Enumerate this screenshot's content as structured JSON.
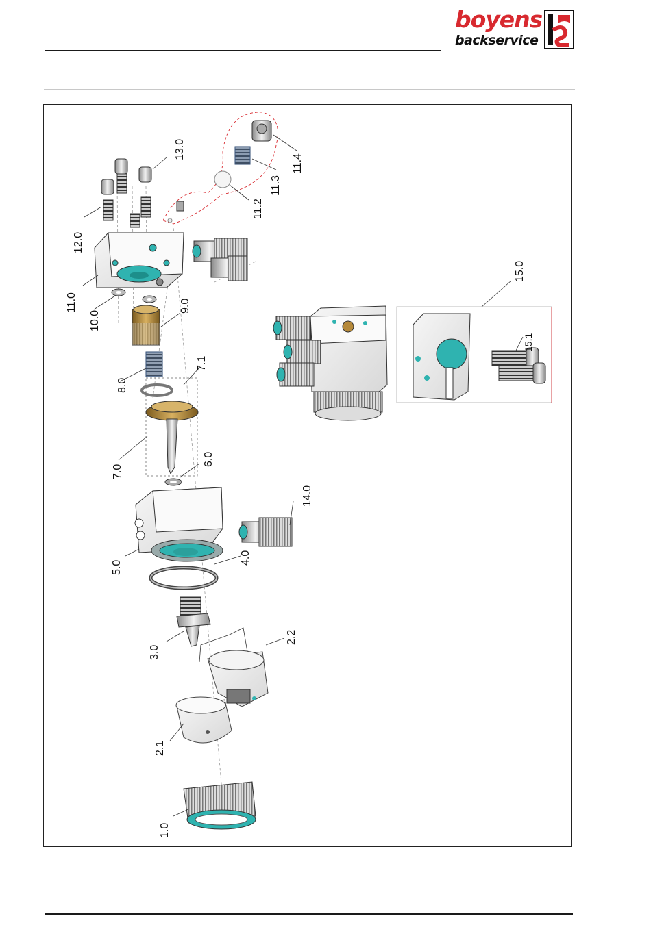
{
  "header": {
    "logo_line1": "boyens",
    "logo_line2": "backservice",
    "logo_mark": "bs"
  },
  "colors": {
    "accent_red": "#d8292f",
    "seal_teal": "#2fb3b0",
    "brass": "#b5893a",
    "spring_blue": "#4b6b95"
  },
  "callouts": [
    {
      "id": "c1_0",
      "label": "1.0"
    },
    {
      "id": "c2_1",
      "label": "2.1"
    },
    {
      "id": "c2_2",
      "label": "2.2"
    },
    {
      "id": "c3_0",
      "label": "3.0"
    },
    {
      "id": "c4_0",
      "label": "4.0"
    },
    {
      "id": "c5_0",
      "label": "5.0"
    },
    {
      "id": "c6_0",
      "label": "6.0"
    },
    {
      "id": "c7_0",
      "label": "7.0"
    },
    {
      "id": "c7_1",
      "label": "7.1"
    },
    {
      "id": "c8_0",
      "label": "8.0"
    },
    {
      "id": "c9_0",
      "label": "9.0"
    },
    {
      "id": "c10_0",
      "label": "10.0"
    },
    {
      "id": "c11_0",
      "label": "11.0"
    },
    {
      "id": "c11_2",
      "label": "11.2"
    },
    {
      "id": "c11_3",
      "label": "11.3"
    },
    {
      "id": "c11_4",
      "label": "11.4"
    },
    {
      "id": "c12_0",
      "label": "12.0"
    },
    {
      "id": "c13_0",
      "label": "13.0"
    },
    {
      "id": "c14_0",
      "label": "14.0"
    },
    {
      "id": "c15_0",
      "label": "15.0"
    },
    {
      "id": "c15_1",
      "label": "15.1"
    }
  ]
}
